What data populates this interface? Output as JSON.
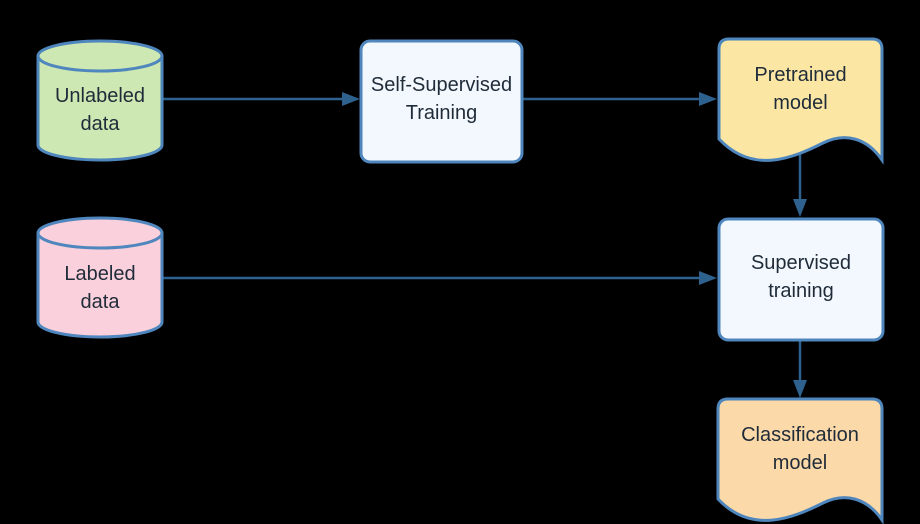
{
  "diagram": {
    "colors": {
      "background": "#000000",
      "node-stroke": "#4e86bd",
      "arrow": "#2f618e",
      "text": "#1f2b38"
    },
    "nodes": [
      {
        "id": "unlabeled-data",
        "shape": "cylinder",
        "label": "Unlabeled\ndata",
        "fill": "#cde8b2"
      },
      {
        "id": "self-supervised-training",
        "shape": "rounded-rect",
        "label": "Self-Supervised\nTraining",
        "fill": "#f2f8fd"
      },
      {
        "id": "pretrained-model",
        "shape": "document",
        "label": "Pretrained\nmodel",
        "fill": "#fbe7a3"
      },
      {
        "id": "labeled-data",
        "shape": "cylinder",
        "label": "Labeled\ndata",
        "fill": "#f9d0dc"
      },
      {
        "id": "supervised-training",
        "shape": "rounded-rect",
        "label": "Supervised\ntraining",
        "fill": "#f2f8fd"
      },
      {
        "id": "classification-model",
        "shape": "document",
        "label": "Classification\nmodel",
        "fill": "#fcd9a8"
      }
    ],
    "edges": [
      {
        "from": "unlabeled-data",
        "to": "self-supervised-training"
      },
      {
        "from": "self-supervised-training",
        "to": "pretrained-model"
      },
      {
        "from": "pretrained-model",
        "to": "supervised-training"
      },
      {
        "from": "labeled-data",
        "to": "supervised-training"
      },
      {
        "from": "supervised-training",
        "to": "classification-model"
      }
    ]
  }
}
